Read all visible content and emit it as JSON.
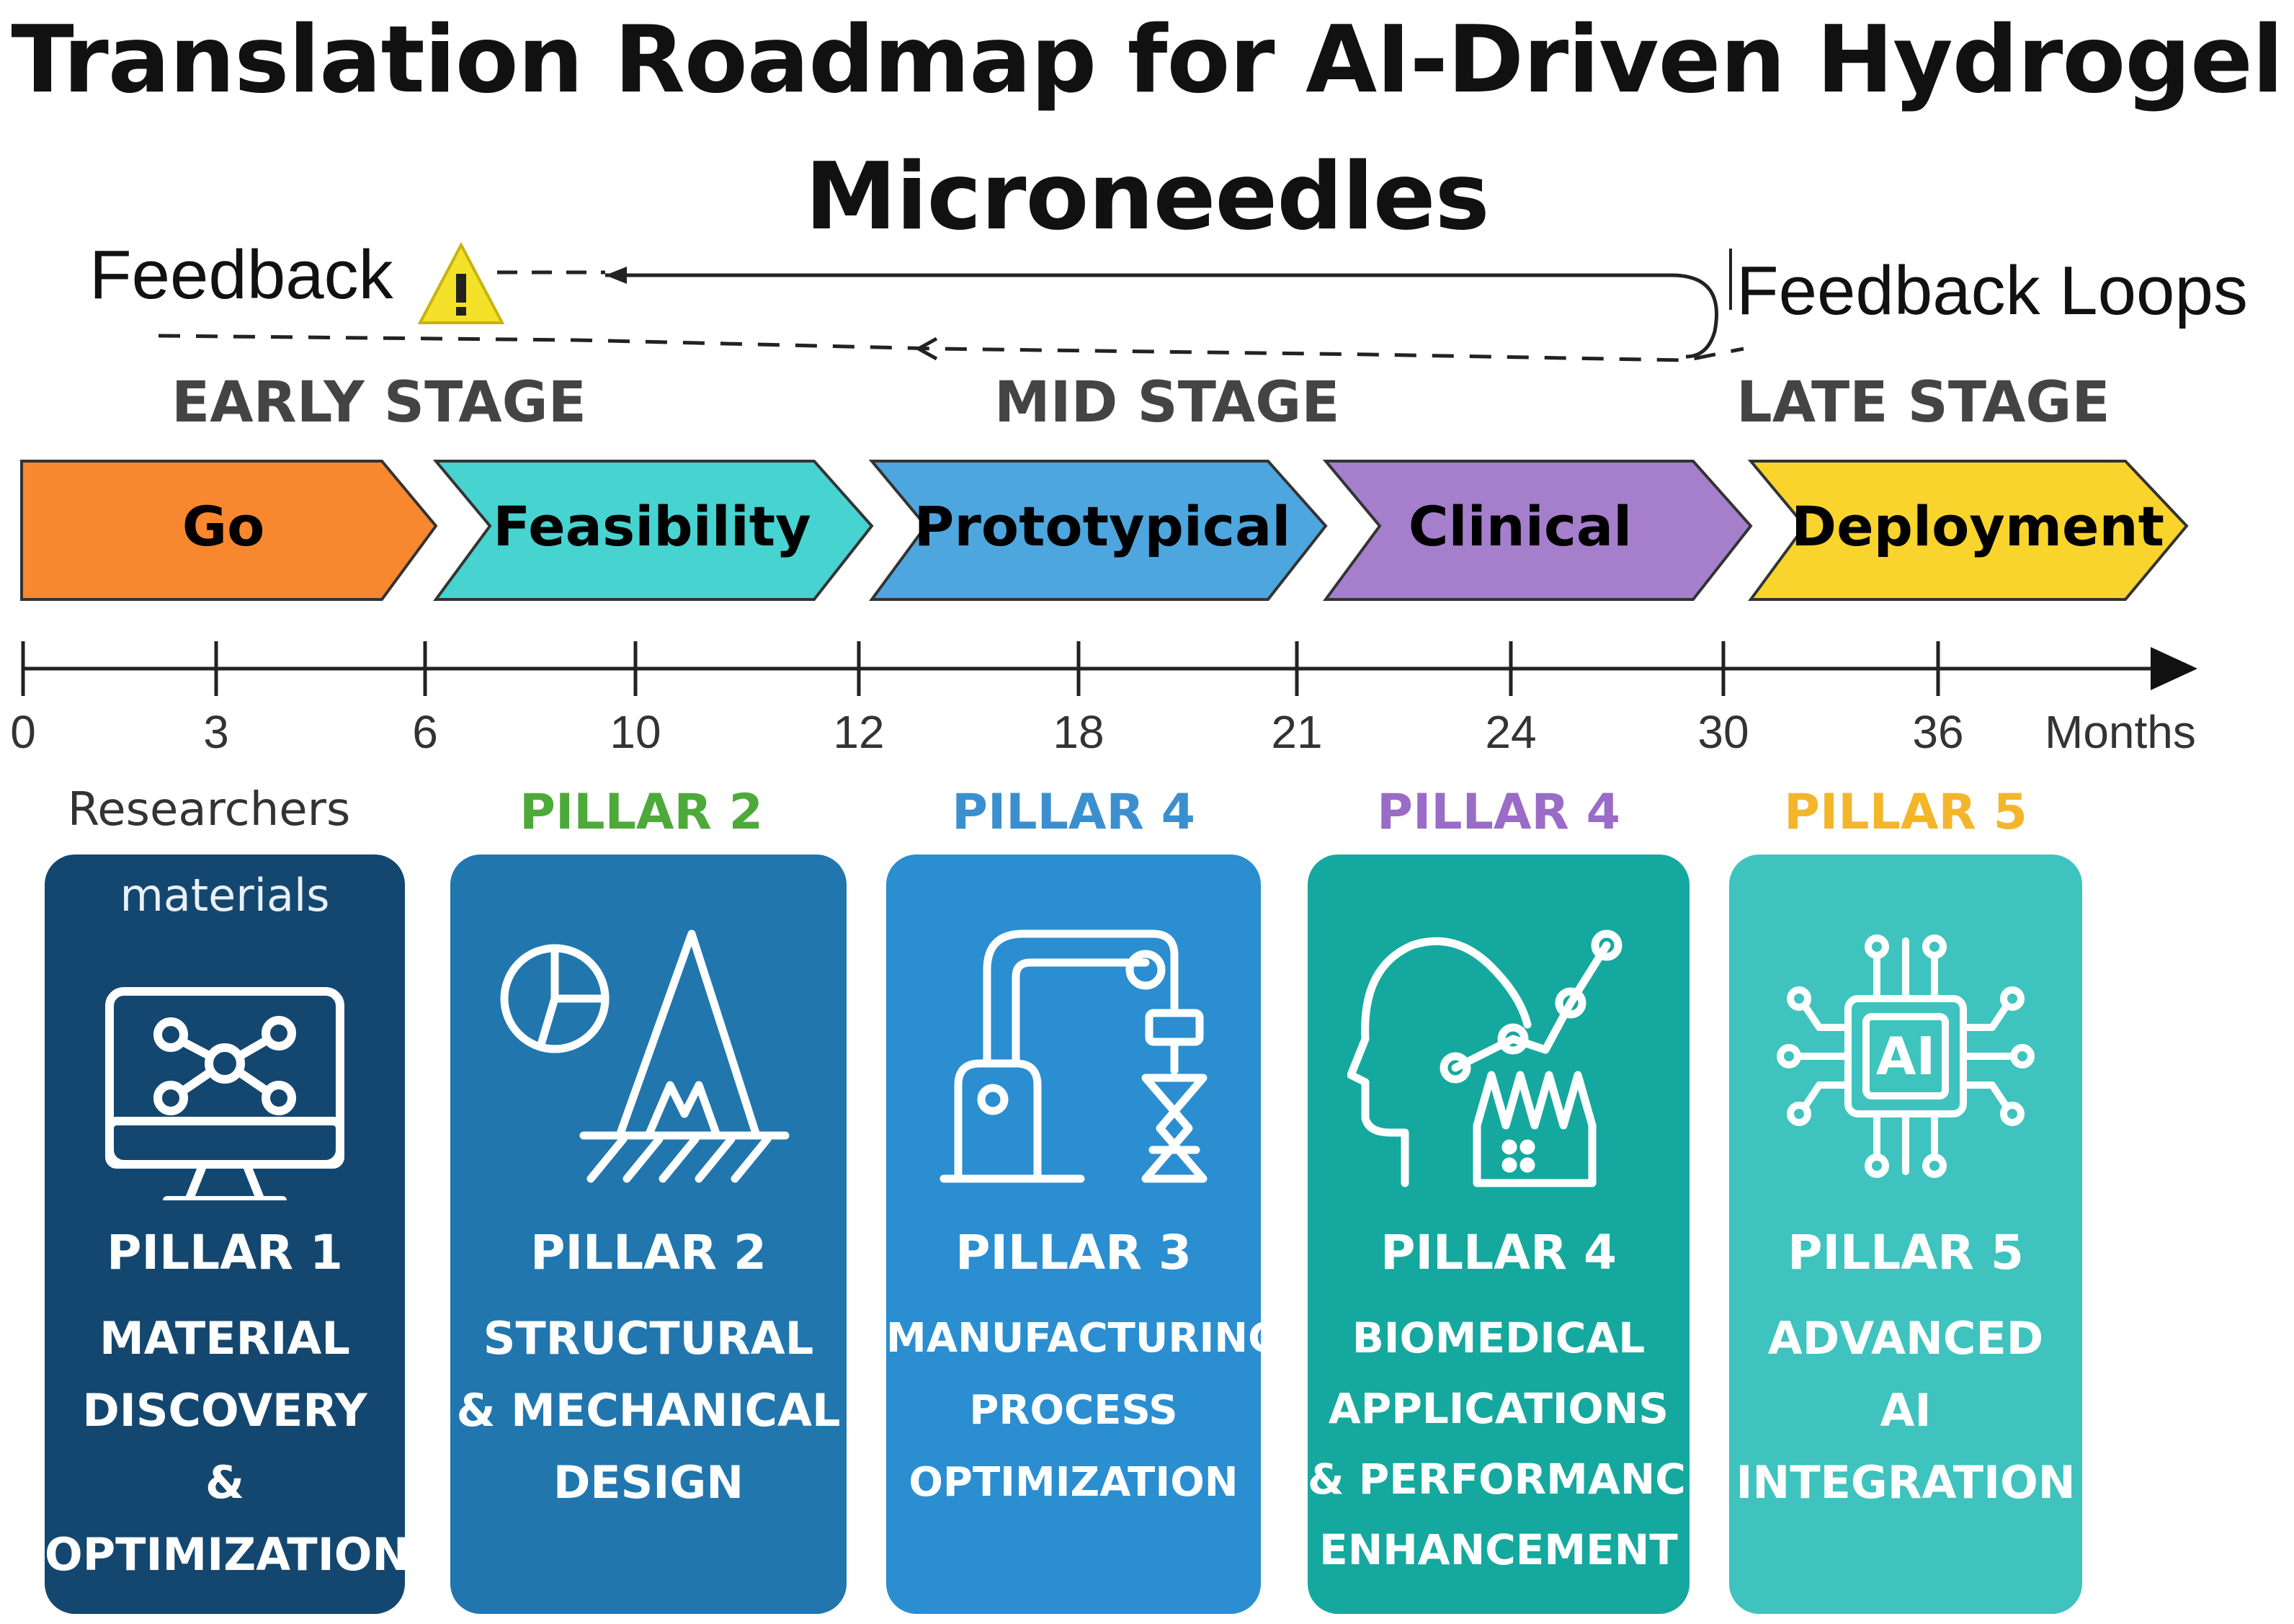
{
  "title": {
    "line1": "Translation Roadmap for AI-Driven Hydrogel",
    "line2": "Microneedles"
  },
  "feedback": {
    "left_label": "Feedback",
    "right_label": "Feedback Loops"
  },
  "stages": {
    "early": "EARLY STAGE",
    "mid": "MID STAGE",
    "late": "LATE STAGE"
  },
  "phases": [
    {
      "label": "Go",
      "color": "#F7882F"
    },
    {
      "label": "Feasibility",
      "color": "#47D3D0"
    },
    {
      "label": "Prototypical",
      "color": "#4EA6DF"
    },
    {
      "label": "Clinical",
      "color": "#A57FCC"
    },
    {
      "label": "Deployment",
      "color": "#F9D42C"
    }
  ],
  "timeline": {
    "ticks": [
      "0",
      "3",
      "6",
      "10",
      "12",
      "18",
      "21",
      "24",
      "30",
      "36"
    ],
    "unit": "Months"
  },
  "above_cards": [
    {
      "text": "Researchers",
      "color": "#333333"
    },
    {
      "text": "PILLAR 2",
      "color": "#4DAA3A"
    },
    {
      "text": "PILLAR 4",
      "color": "#3B8FCF"
    },
    {
      "text": "PILLAR 4",
      "color": "#9A6BC7"
    },
    {
      "text": "PILLAR 5",
      "color": "#F3B62A"
    }
  ],
  "cards": [
    {
      "sub": "materials",
      "icon": "computer-network-icon",
      "pillar": "PILLAR 1",
      "lines": [
        "MATERIAL",
        "DISCOVERY",
        "&",
        "OPTIMIZATION"
      ],
      "color": "#14476F"
    },
    {
      "icon": "chart-mountain-icon",
      "pillar": "PILLAR 2",
      "lines": [
        "STRUCTURAL",
        "& MECHANICAL",
        "DESIGN"
      ],
      "color": "#2176AE"
    },
    {
      "icon": "robot-arm-icon",
      "pillar": "PILLAR 3",
      "lines": [
        "MANUFACTURING",
        "PROCESS",
        "OPTIMIZATION"
      ],
      "color": "#2A8ED0"
    },
    {
      "icon": "head-analytics-icon",
      "pillar": "PILLAR 4",
      "lines": [
        "BIOMEDICAL",
        "APPLICATIONS",
        "& PERFORMANCE",
        "ENHANCEMENT"
      ],
      "color": "#15A89E"
    },
    {
      "icon": "ai-chip-icon",
      "pillar": "PILLAR 5",
      "lines": [
        "ADVANCED",
        "AI",
        "INTEGRATION"
      ],
      "color": "#3EC3BE"
    }
  ]
}
